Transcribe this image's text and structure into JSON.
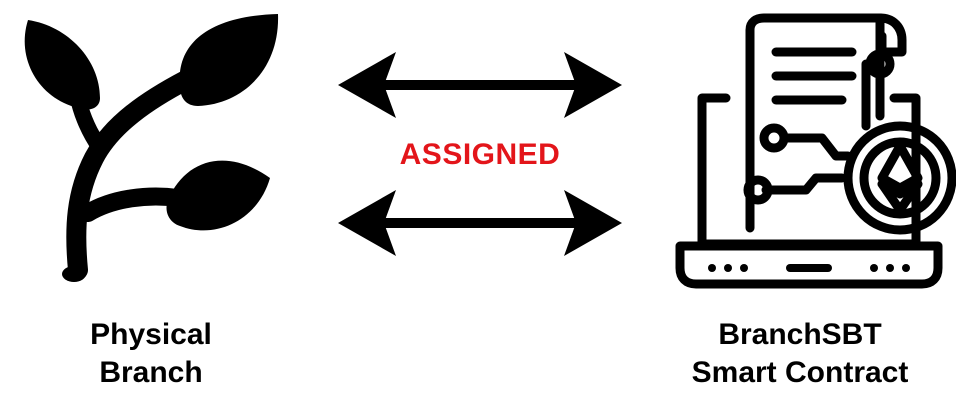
{
  "diagram": {
    "left_node": {
      "icon": "branch-leaves-icon",
      "label_line1": "Physical",
      "label_line2": "Branch"
    },
    "right_node": {
      "icon": "smart-contract-laptop-icon",
      "label_line1": "BranchSBT",
      "label_line2": "Smart Contract"
    },
    "relation": {
      "label": "ASSIGNED",
      "arrows": "double-headed",
      "arrow_count": 2
    },
    "colors": {
      "relation_label": "#e3151a",
      "lines": "#000000",
      "background": "#ffffff"
    }
  }
}
